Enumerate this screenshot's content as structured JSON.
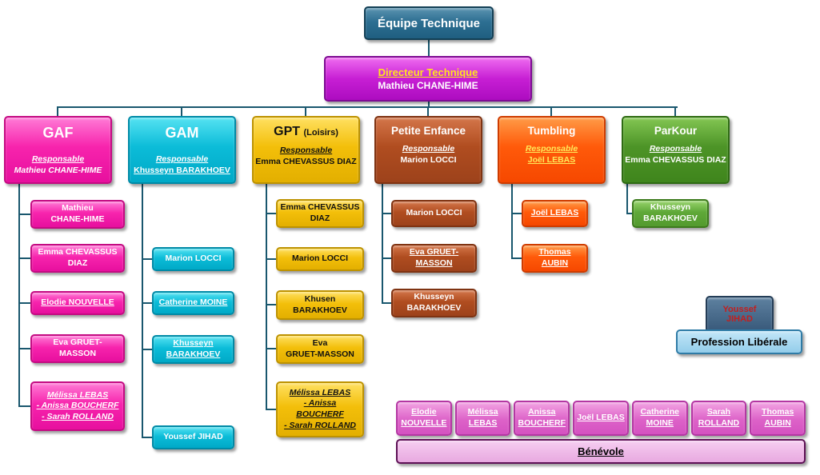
{
  "root": {
    "label": "Équipe Technique"
  },
  "director": {
    "title": "Directeur Technique",
    "name": "Mathieu CHANE-HIME"
  },
  "responsable_label": "Responsable",
  "departments": [
    {
      "name": "GAF",
      "responsable": "Mathieu CHANE-HIME",
      "members": [
        {
          "lines": [
            "Mathieu",
            "CHANE-HIME"
          ]
        },
        {
          "lines": [
            "Emma CHEVASSUS",
            "DIAZ"
          ]
        },
        {
          "lines": [
            "Elodie NOUVELLE"
          ]
        },
        {
          "lines": [
            "Eva GRUET-",
            "MASSON"
          ]
        },
        {
          "lines": [
            "Mélissa LEBAS",
            "- Anissa BOUCHERF",
            "- Sarah ROLLAND"
          ]
        }
      ]
    },
    {
      "name": "GAM",
      "responsable": "Khusseyn BARAKHOEV",
      "members": [
        {
          "lines": [
            "Marion LOCCI"
          ]
        },
        {
          "lines": [
            "Catherine MOINE"
          ]
        },
        {
          "lines": [
            "Khusseyn",
            "BARAKHOEV"
          ]
        },
        {
          "lines": [
            "Youssef JIHAD"
          ]
        }
      ]
    },
    {
      "name": "GPT",
      "name_suffix": "(Loisirs)",
      "responsable": "Emma CHEVASSUS DIAZ",
      "members": [
        {
          "lines": [
            "Emma CHEVASSUS",
            "DIAZ"
          ]
        },
        {
          "lines": [
            "Marion LOCCI"
          ]
        },
        {
          "lines": [
            "Khusen",
            "BARAKHOEV"
          ]
        },
        {
          "lines": [
            "Eva",
            "GRUET-MASSON"
          ]
        },
        {
          "lines": [
            "Mélissa LEBAS",
            "- Anissa BOUCHERF",
            "- Sarah ROLLAND"
          ]
        }
      ]
    },
    {
      "name": "Petite Enfance",
      "responsable": "Marion LOCCI",
      "members": [
        {
          "lines": [
            "Marion LOCCI"
          ]
        },
        {
          "lines": [
            "Eva GRUET-",
            "MASSON"
          ]
        },
        {
          "lines": [
            "Khusseyn",
            "BARAKHOEV"
          ]
        }
      ]
    },
    {
      "name": "Tumbling",
      "responsable": "Joël LEBAS",
      "members": [
        {
          "lines": [
            "Joël LEBAS"
          ]
        },
        {
          "lines": [
            "Thomas",
            "AUBIN"
          ]
        }
      ]
    },
    {
      "name": "ParKour",
      "responsable": "Emma CHEVASSUS DIAZ",
      "members": [
        {
          "lines": [
            "Khusseyn",
            "BARAKHOEV"
          ]
        }
      ]
    }
  ],
  "liberal": {
    "person": [
      "Youssef",
      "JIHAD"
    ],
    "label": "Profession Libérale"
  },
  "benevole": {
    "label": "Bénévole",
    "names": [
      [
        "Elodie",
        "NOUVELLE"
      ],
      [
        "Mélissa",
        "LEBAS"
      ],
      [
        "Anissa",
        "BOUCHERF"
      ],
      [
        "Joël LEBAS"
      ],
      [
        "Catherine",
        "MOINE"
      ],
      [
        "Sarah",
        "ROLLAND"
      ],
      [
        "Thomas",
        "AUBIN"
      ]
    ]
  },
  "colors": {
    "line": "#19576e",
    "root": "#2d6f92",
    "director": "#c71fd4",
    "gaf": "#f724ad",
    "gam": "#0cbcd8",
    "gpt": "#f3bf0a",
    "petite_enfance": "#b04d20",
    "tumbling": "#ff5a0a",
    "parkour": "#4d9427",
    "profession_liberale": "#93cdea",
    "benevole_bar": "#e8a9e0",
    "benevole_person": "#dd62c8"
  }
}
